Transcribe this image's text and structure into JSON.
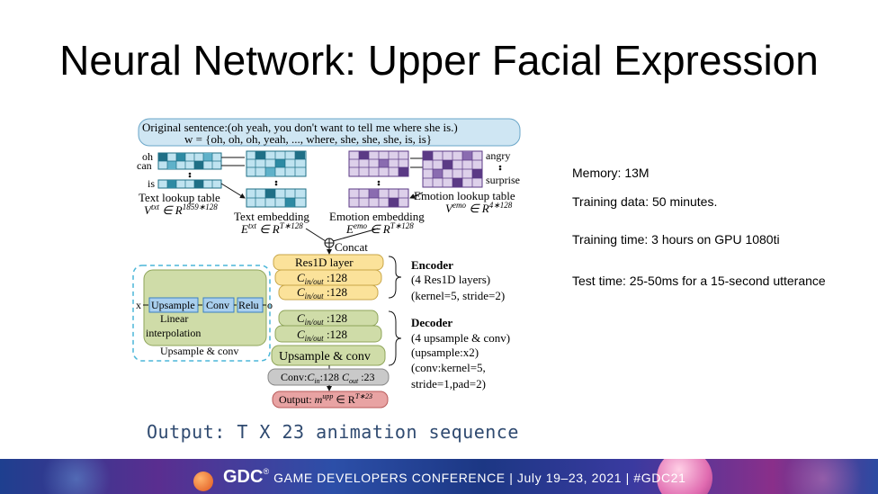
{
  "slide": {
    "title": "Neural Network: Upper Facial Expression",
    "stats": {
      "memory": "Memory: 13M",
      "training_data": "Training data: 50 minutes.",
      "training_time": "Training time: 3 hours on GPU 1080ti",
      "test_time": "Test time: 25-50ms for a 15-second utterance"
    },
    "caption": "Output: T X 23 animation sequence"
  },
  "diagram": {
    "sentence_line1": "Original sentence:(oh yeah, you don't want to tell me where she is.)",
    "sentence_line2": "w = {oh, oh, oh, yeah,  ...,  where, she, she, she, is, is}",
    "word_oh": "oh",
    "word_can": "can",
    "word_is": "is",
    "text_lookup_label": "Text lookup table",
    "text_lookup_math": "V",
    "text_lookup_sup": "txt",
    "text_lookup_in": " ∈ R",
    "text_lookup_dim": "1859∗128",
    "text_embedding_label": "Text embedding",
    "text_embedding_math": "E",
    "text_embedding_sup": "txt",
    "text_embedding_in": " ∈ R",
    "text_embedding_dim": "T∗128",
    "emotion_embedding_label": "Emotion embedding",
    "emotion_embedding_math": "E",
    "emotion_embedding_sup": "emo",
    "emotion_embedding_in": " ∈ R",
    "emotion_embedding_dim": "T∗128",
    "emotion_angry": "angry",
    "emotion_surprise": "surprise",
    "emotion_lookup_label": "Emotion lookup table",
    "emotion_lookup_math": "V",
    "emotion_lookup_sup": "emo",
    "emotion_lookup_in": " ∈ R",
    "emotion_lookup_dim": "4∗128",
    "concat_label": "Concat",
    "res1d_label": "Res1D layer",
    "cin_out_label": "C",
    "cin_out_sub": "in/out",
    "cin_out_val": " :128",
    "encoder_title": "Encoder",
    "encoder_line1": "(4 Res1D layers)",
    "encoder_line2": "(kernel=5, stride=2)",
    "decoder_title": "Decoder",
    "decoder_line1": "(4 upsample & conv)",
    "decoder_line2": "(upsample:x2)",
    "decoder_line3": "(conv:kernel=5,",
    "decoder_line4": "stride=1,pad=2)",
    "upsample_conv_label": "Upsample & conv",
    "conv_label": "Conv:",
    "conv_cin": "C",
    "conv_cin_sub": "in",
    "conv_cin_val": ":128 ",
    "conv_cout": "C",
    "conv_cout_sub": "out",
    "conv_cout_val": " :23",
    "output_label": "Output: ",
    "output_math": "m",
    "output_sup": "upp",
    "output_in": " ∈ R",
    "output_dim": "T∗23",
    "inset_x": "x",
    "inset_o": "o",
    "inset_upsample": "Upsample",
    "inset_conv": "Conv",
    "inset_relu": "Relu",
    "inset_linear": "Linear",
    "inset_interp": "interpolation",
    "inset_title": "Upsample & conv",
    "colors": {
      "teal_dark": "#1f6f86",
      "teal_light": "#bfe3f0",
      "purple_dark": "#5b3a85",
      "purple_light": "#ddd0ea",
      "green_block": "#cfdca8",
      "yellow_block": "#fbe29a",
      "output_red": "#e8a3a3"
    }
  },
  "footer": {
    "logo": "GDC",
    "reg": "®",
    "text": " GAME DEVELOPERS CONFERENCE  |  July 19–23, 2021  |  #GDC21"
  }
}
